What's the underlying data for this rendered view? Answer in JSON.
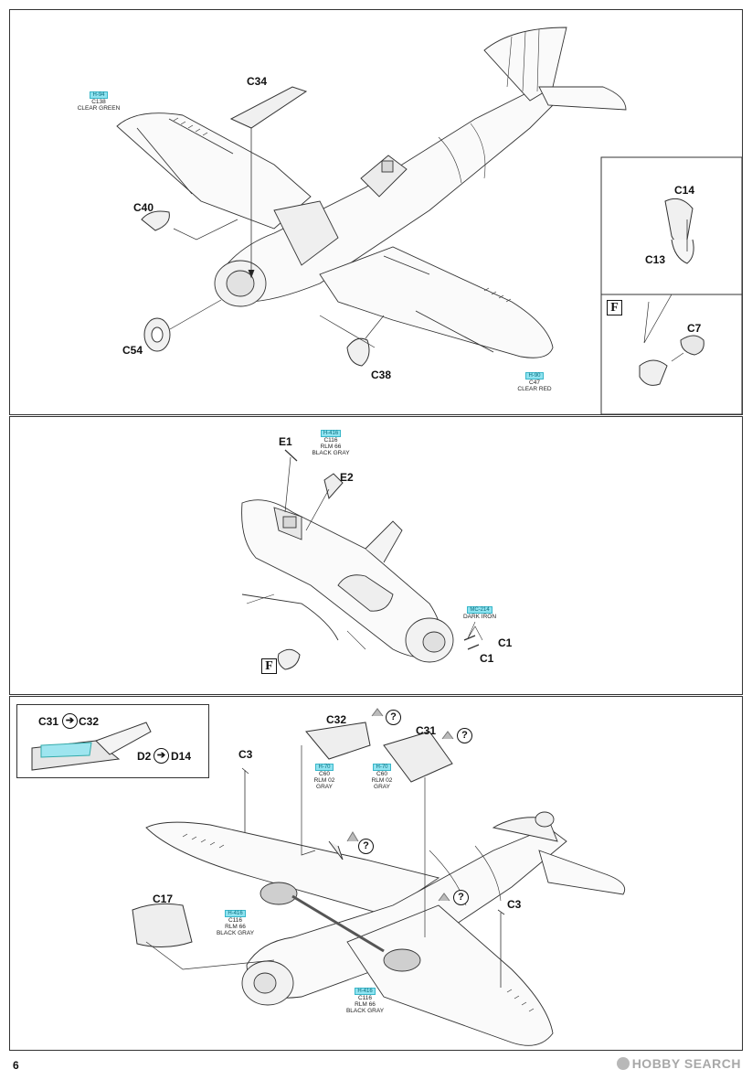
{
  "page": {
    "number": "6",
    "watermark": "HOBBY SEARCH"
  },
  "section1": {
    "callouts": {
      "c34": "C34",
      "c40": "C40",
      "c54": "C54",
      "c38": "C38",
      "c14": "C14",
      "c13": "C13",
      "c7": "C7",
      "f": "F"
    },
    "clear_green": {
      "code": "H-94",
      "part": "C138",
      "color": "CLEAR GREEN"
    },
    "clear_red": {
      "code": "H-90",
      "part": "C47",
      "color": "CLEAR RED"
    }
  },
  "section2": {
    "callouts": {
      "e1": "E1",
      "e2": "E2",
      "c1a": "C1",
      "c1b": "C1",
      "f": "F"
    },
    "black_gray": {
      "code": "H-416",
      "part": "C116",
      "color": "RLM 66",
      "color2": "BLACK GRAY"
    },
    "dark_iron": {
      "code": "MC-214",
      "color": "DARK IRON"
    }
  },
  "section3": {
    "inset": {
      "c31": "C31",
      "c32": "C32",
      "d2": "D2",
      "d14": "D14"
    },
    "callouts": {
      "c32": "C32",
      "c31": "C31",
      "c3a": "C3",
      "c3b": "C3",
      "c17": "C17",
      "q": "?"
    },
    "gray_a": {
      "code": "H-70",
      "part": "C60",
      "color": "RLM 02",
      "color2": "GRAY"
    },
    "gray_b": {
      "code": "H-70",
      "part": "C60",
      "color": "RLM 02",
      "color2": "GRAY"
    },
    "black_gray_a": {
      "code": "H-416",
      "part": "C116",
      "color": "RLM 66",
      "color2": "BLACK GRAY"
    },
    "black_gray_b": {
      "code": "H-416",
      "part": "C116",
      "color": "RLM 66",
      "color2": "BLACK GRAY"
    }
  }
}
